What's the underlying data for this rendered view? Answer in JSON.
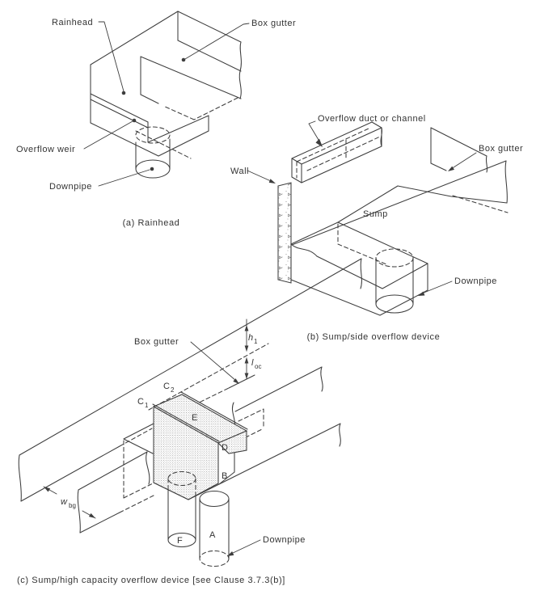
{
  "figure_a": {
    "caption": "(a) Rainhead",
    "labels": {
      "rainhead": "Rainhead",
      "box_gutter": "Box gutter",
      "overflow_weir": "Overflow weir",
      "downpipe": "Downpipe"
    }
  },
  "figure_b": {
    "caption": "(b) Sump/side overflow device",
    "labels": {
      "overflow_duct": "Overflow duct or channel",
      "wall": "Wall",
      "box_gutter": "Box gutter",
      "sump": "Sump",
      "downpipe": "Downpipe"
    }
  },
  "figure_c": {
    "caption": "(c) Sump/high capacity overflow device [see Clause 3.7.3(b)]",
    "labels": {
      "box_gutter": "Box gutter",
      "downpipe": "Downpipe",
      "zone_a": "A",
      "zone_b": "B",
      "zone_d": "D",
      "zone_e": "E",
      "zone_f": "F",
      "section_c1": {
        "main": "C",
        "sub": "1"
      },
      "section_c2": {
        "main": "C",
        "sub": "2"
      },
      "dim_h1": {
        "main": "h",
        "sub": "1"
      },
      "dim_loc": {
        "main": "l",
        "sub": "oc"
      },
      "dim_wbg": {
        "main": "w",
        "sub": "bg"
      }
    }
  },
  "colors": {
    "background": "#ffffff",
    "line": "#3d3d3d",
    "text": "#333333"
  }
}
